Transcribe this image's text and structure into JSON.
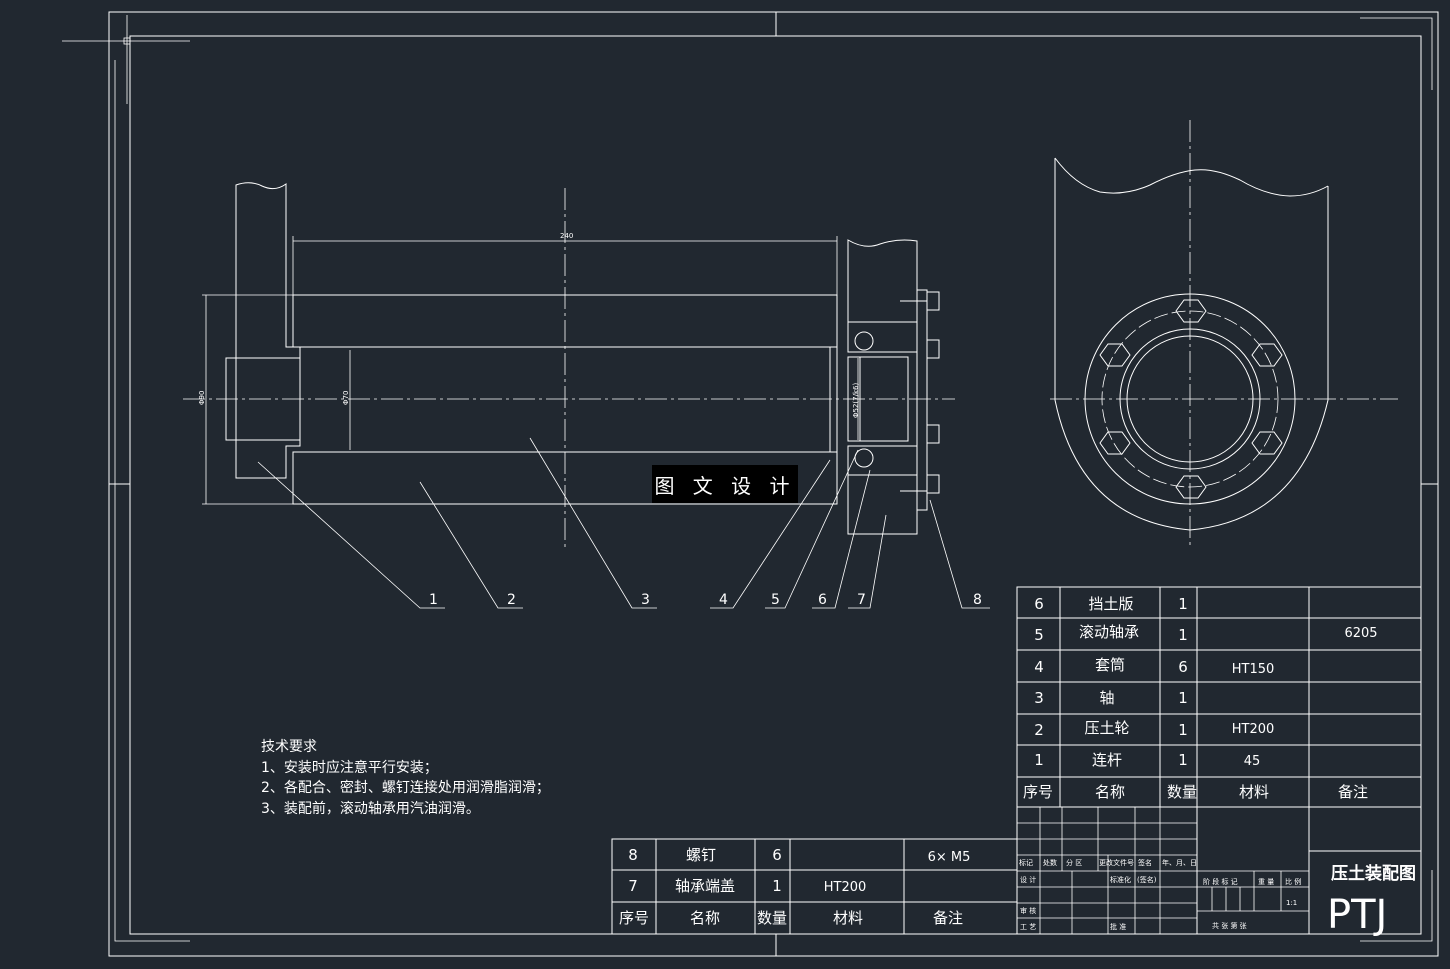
{
  "drawing": {
    "title": "压土装配图",
    "company": "PTJ",
    "scale": "1:1",
    "dimensions": {
      "length": "240",
      "outer_dia": "Φ90",
      "inner_dia": "Φ70",
      "bearing_dia": "Φ52(7/k6)"
    }
  },
  "balloons": [
    "1",
    "2",
    "3",
    "4",
    "5",
    "6",
    "7",
    "8"
  ],
  "watermark": "图 文 设 计",
  "tech_requirements": {
    "heading": "技术要求",
    "items": [
      "1、安装时应注意平行安装；",
      "2、各配合、密封、螺钉连接处用润滑脂润滑；",
      "3、装配前，滚动轴承用汽油润滑。"
    ]
  },
  "parts_upper": [
    {
      "no": "6",
      "name": "挡土版",
      "qty": "1",
      "material": "",
      "remark": ""
    },
    {
      "no": "5",
      "name": "滚动轴承",
      "qty": "1",
      "material": "",
      "remark": "6205"
    },
    {
      "no": "4",
      "name": "套筒",
      "qty": "6",
      "material": "HT150",
      "remark": ""
    },
    {
      "no": "3",
      "name": "轴",
      "qty": "1",
      "material": "",
      "remark": ""
    },
    {
      "no": "2",
      "name": "压土轮",
      "qty": "1",
      "material": "HT200",
      "remark": ""
    },
    {
      "no": "1",
      "name": "连杆",
      "qty": "1",
      "material": "45",
      "remark": ""
    }
  ],
  "parts_upper_header": {
    "no": "序号",
    "name": "名称",
    "qty": "数量",
    "material": "材料",
    "remark": "备注"
  },
  "parts_lower": [
    {
      "no": "8",
      "name": "螺钉",
      "qty": "6",
      "material": "",
      "remark": "6× M5"
    },
    {
      "no": "7",
      "name": "轴承端盖",
      "qty": "1",
      "material": "HT200",
      "remark": ""
    }
  ],
  "parts_lower_header": {
    "no": "序号",
    "name": "名称",
    "qty": "数量",
    "material": "材料",
    "remark": "备注"
  },
  "title_block": {
    "row_labels": [
      "标记",
      "处数",
      "分 区",
      "更改文件号",
      "签名",
      "年、月、日"
    ],
    "design": "设 计",
    "standard": "标准化",
    "sign_date": "(签名)",
    "review": "审 核",
    "process": "工 艺",
    "approve": "批 准",
    "stage": "阶 段 标 记",
    "weight": "重 量",
    "ratio": "比 例",
    "sheets": "共 张   第 张"
  }
}
